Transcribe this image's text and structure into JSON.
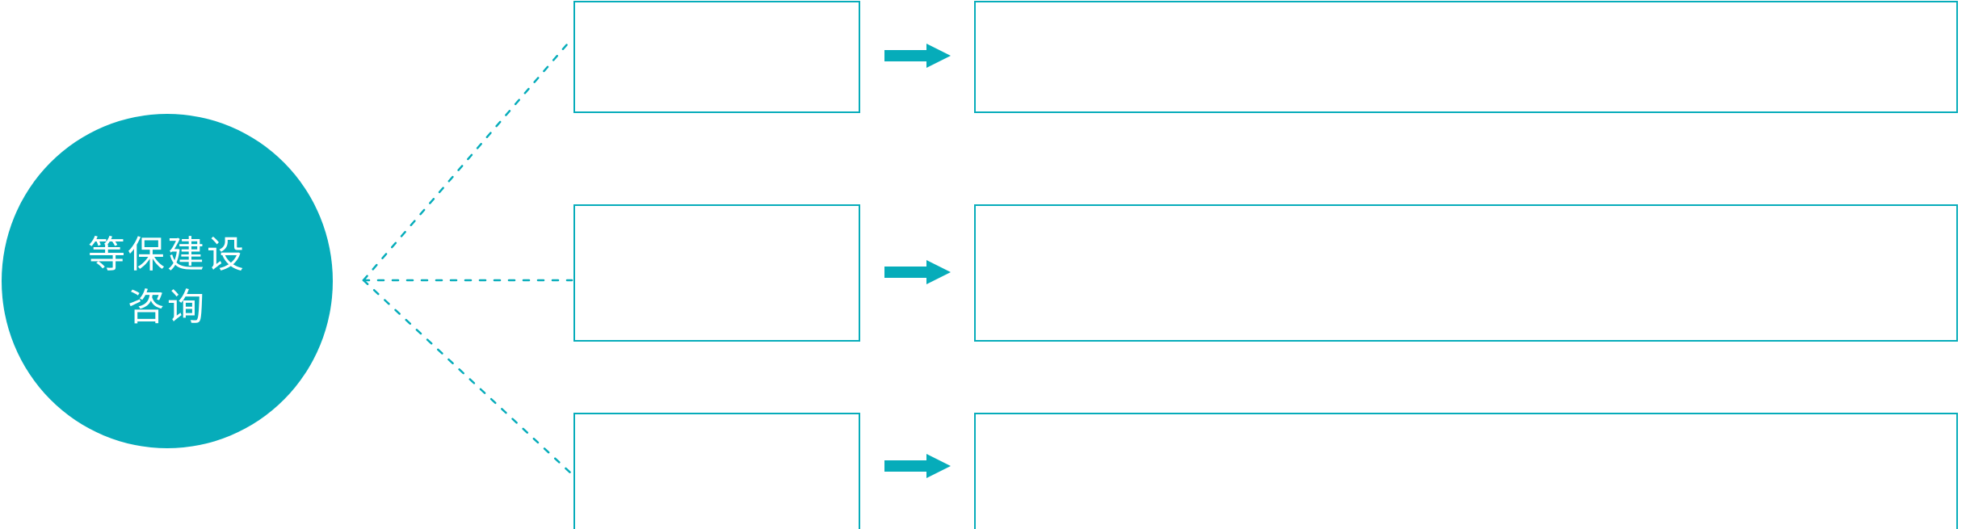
{
  "diagram": {
    "type": "hub-and-spoke-process",
    "background_color": "#ffffff",
    "accent_color": "#06acba",
    "hub": {
      "shape": "circle",
      "fill_color": "#06acba",
      "text_color": "#ffffff",
      "lines": [
        "等保建设",
        "咨询"
      ]
    },
    "connector": {
      "style": "dotted",
      "color": "#06acba",
      "origin_label": "hub-right-edge"
    },
    "arrow": {
      "icon": "arrow-right-icon",
      "color": "#06acba"
    },
    "branches": [
      {
        "index": 1,
        "stage_label": "",
        "detail_label": ""
      },
      {
        "index": 2,
        "stage_label": "",
        "detail_label": ""
      },
      {
        "index": 3,
        "stage_label": "",
        "detail_label": ""
      }
    ]
  }
}
